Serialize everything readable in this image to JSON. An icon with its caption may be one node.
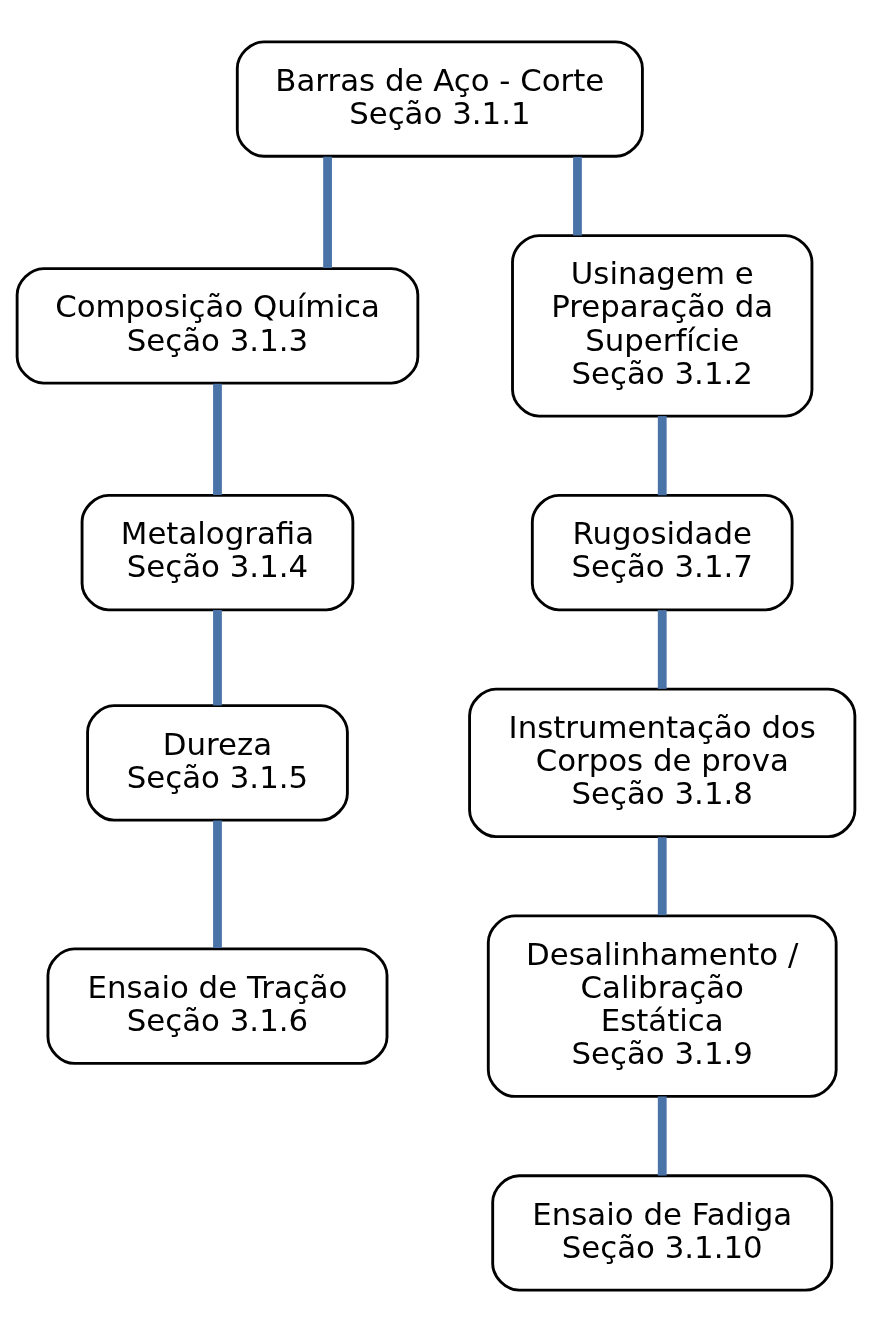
{
  "diagram": {
    "nodes": [
      {
        "text": [
          "Barras de Aço - Corte",
          "Seção 3.1.1"
        ]
      },
      {
        "text": [
          "Composição Química",
          "Seção 3.1.3"
        ]
      },
      {
        "text": [
          "Usinagem e Preparação da Superfície",
          "Seção 3.1.2"
        ]
      },
      {
        "text": [
          "Metalografia",
          "Seção 3.1.4"
        ]
      },
      {
        "text": [
          "Rugosidade",
          "Seção 3.1.7"
        ]
      },
      {
        "text": [
          "Dureza",
          "Seção 3.1.5"
        ]
      },
      {
        "text": [
          "Instrumentação dos Corpos de prova",
          "Seção 3.1.8"
        ]
      },
      {
        "text": [
          "Ensaio de Tração",
          "Seção 3.1.6"
        ]
      },
      {
        "text": [
          "Desalinhamento / Calibração Estática",
          "Seção 3.1.9"
        ]
      },
      {
        "text": [
          "Ensaio de Fadiga",
          "Seção 3.1.10"
        ]
      }
    ],
    "edges": [
      {
        "from": 0,
        "to": 1,
        "arrow": "none"
      },
      {
        "from": 0,
        "to": 2,
        "arrow": "none"
      },
      {
        "from": 1,
        "to": 3,
        "arrow": "none"
      },
      {
        "from": 2,
        "to": 4,
        "arrow": "none"
      },
      {
        "from": 3,
        "to": 5,
        "arrow": "none"
      },
      {
        "from": 4,
        "to": 6,
        "arrow": "none"
      },
      {
        "from": 5,
        "to": 7,
        "arrow": "none"
      },
      {
        "from": 6,
        "to": 8,
        "arrow": "none"
      },
      {
        "from": 8,
        "to": 9,
        "arrow": "none"
      }
    ]
  }
}
